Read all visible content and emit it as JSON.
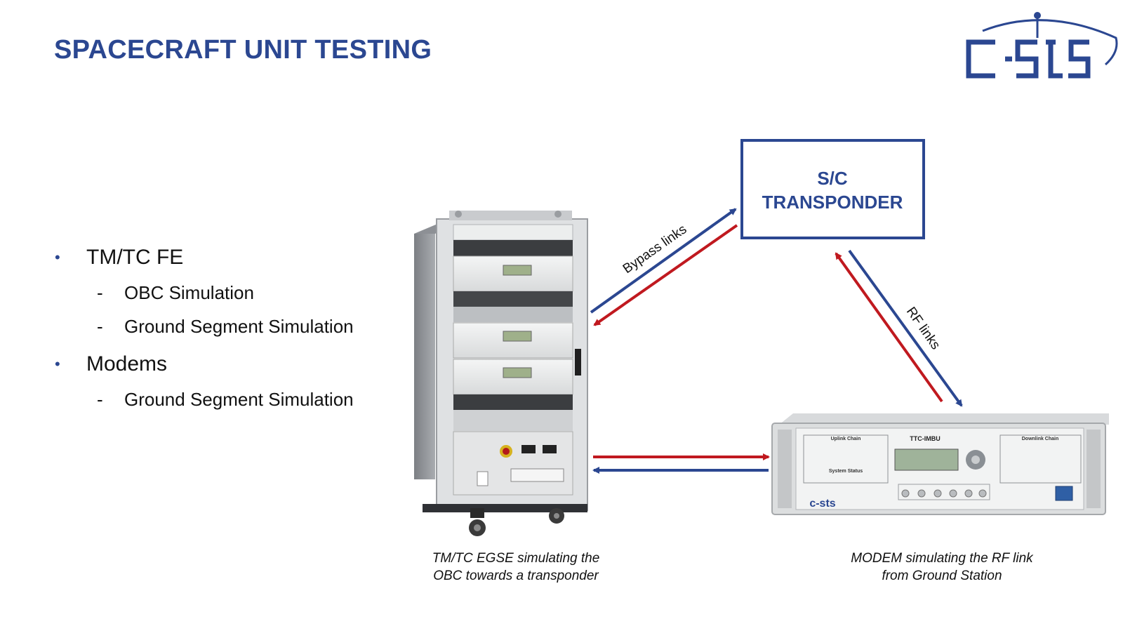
{
  "slide": {
    "title": "SPACECRAFT UNIT TESTING",
    "logo_text": "c-sts"
  },
  "bullets": [
    {
      "label": "TM/TC FE",
      "children": [
        "OBC Simulation",
        "Ground Segment Simulation"
      ]
    },
    {
      "label": "Modems",
      "children": [
        "Ground Segment Simulation"
      ]
    }
  ],
  "diagram": {
    "transponder": {
      "line1": "S/C",
      "line2": "TRANSPONDER"
    },
    "bypass_label": "Bypass links",
    "rf_label": "RF links",
    "egse_caption": {
      "line1": "TM/TC EGSE simulating the",
      "line2": "OBC towards a transponder"
    },
    "modem_caption": {
      "line1": "MODEM simulating the RF link",
      "line2": "from Ground Station"
    },
    "modem_panel": {
      "name": "TTC-IMBU",
      "uplink": "Uplink Chain",
      "downlink": "Downlink Chain",
      "system": "System Status",
      "brand": "c-sts"
    },
    "colors": {
      "blue": "#2b4791",
      "red": "#c0191f",
      "title": "#2b4791"
    }
  }
}
